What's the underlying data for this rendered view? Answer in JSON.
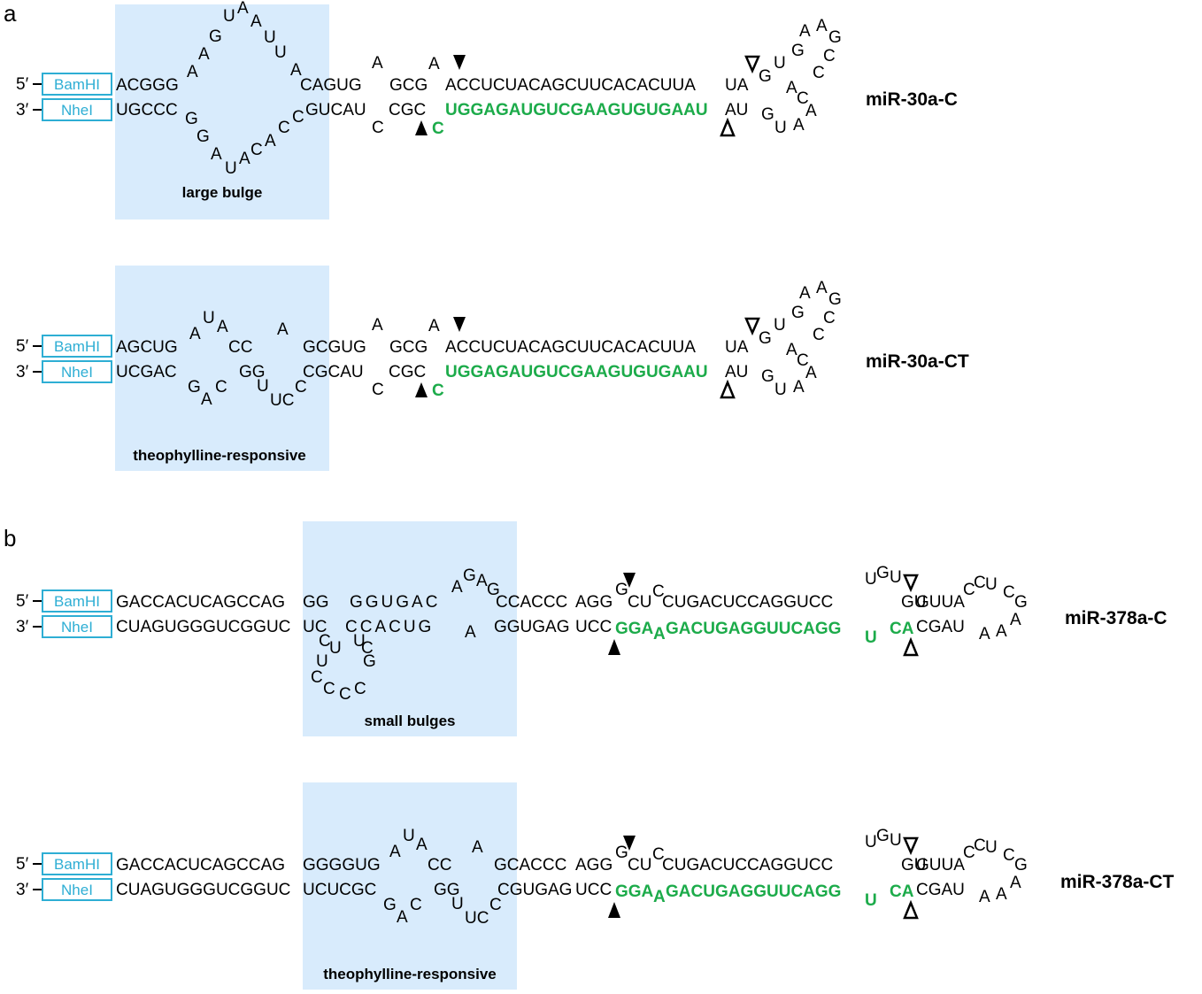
{
  "colors": {
    "black": "#000000",
    "guide_strand": "#9ccc0c",
    "passenger_strand": "#1cab4a",
    "enzyme_box": "#2eaed4",
    "highlight_box": "#d8ebfc"
  },
  "end_labels": {
    "five": "5′",
    "three": "3′"
  },
  "enzymes": {
    "top": "BamHI",
    "bottom": "NheI"
  },
  "panels": [
    {
      "letter": "a",
      "constructs": [
        {
          "name": "miR-30a-C",
          "box_label": "large bulge",
          "top_left": "ACGGG",
          "top_right": "CAGUG",
          "bot_left": "UGCCC",
          "bot_right": "GUCAU",
          "top_loop": [
            "A",
            "A",
            "G",
            "U",
            "A",
            "A",
            "U",
            "U",
            "A"
          ],
          "bot_loop": [
            "G",
            "G",
            "A",
            "U",
            "A",
            "C",
            "A",
            "C",
            "C"
          ],
          "stem_a": "A",
          "stem_top": "GCG",
          "stem_bot": "CGC",
          "stem_c": "C",
          "guide_a": "A",
          "guide_seq": "ACCUCUACAGCUUCACACUUA",
          "pass_c": "C",
          "pass_seq": "UGGAGAUGUCGAAGUGUGAAU",
          "end_top": "UA",
          "end_bot": "AU",
          "hairpin": [
            "G",
            "U",
            "G",
            "A",
            "A",
            "G",
            "C",
            "C",
            "A",
            "C",
            "A",
            "A",
            "U",
            "G"
          ]
        },
        {
          "name": "miR-30a-CT",
          "box_label": "theophylline-responsive",
          "top_left": "AGCUG",
          "top_right": "GCGUG",
          "bot_left": "UCGAC",
          "bot_right": "CGCAU",
          "top_loop": [
            "A",
            "U",
            "A",
            "CC",
            "A"
          ],
          "bot_loop": [
            "G",
            "A",
            "C",
            "GG",
            "U",
            "UC",
            "C"
          ],
          "stem_a": "A",
          "stem_top": "GCG",
          "stem_bot": "CGC",
          "stem_c": "C",
          "guide_a": "A",
          "guide_seq": "ACCUCUACAGCUUCACACUUA",
          "pass_c": "C",
          "pass_seq": "UGGAGAUGUCGAAGUGUGAAU",
          "end_top": "UA",
          "end_bot": "AU",
          "hairpin": [
            "G",
            "U",
            "G",
            "A",
            "A",
            "G",
            "C",
            "C",
            "A",
            "C",
            "A",
            "A",
            "U",
            "G"
          ]
        }
      ]
    },
    {
      "letter": "b",
      "constructs": [
        {
          "name": "miR-378a-C",
          "box_label": "small bulges",
          "top_left": "GACCACUCAGCCAG",
          "top_in1": "GG",
          "top_in2": "GGUGAC",
          "top_loop": [
            "A",
            "G",
            "A",
            "G"
          ],
          "top_right": "CCACCC",
          "top_agg": "AGG",
          "bot_left": "CUAGUGGGUCGGUC",
          "bot_in1": "UC",
          "bot_in2": "CCACUG",
          "bot_a": "A",
          "bot_right": "GGUGAG",
          "bot_ucc": "UCC",
          "bot_loop": [
            "C",
            "U",
            "U",
            "U",
            "C",
            "G",
            "C",
            "C",
            "C",
            "C"
          ],
          "guide": [
            "G",
            "CU",
            "C",
            "CUGACUCCAGGUCC",
            "U",
            "G",
            "U",
            "GU"
          ],
          "pass": [
            "GGA",
            "A",
            "GACUGAGGUUCAGG",
            "U",
            "CA"
          ],
          "end_top": "GUUA",
          "end_bot": "CGAU",
          "hairpin": [
            "C",
            "C",
            "U",
            "C",
            "G",
            "A",
            "A",
            "A"
          ]
        },
        {
          "name": "miR-378a-CT",
          "box_label": "theophylline-responsive",
          "top_left": "GACCACUCAGCCAG",
          "top_in": "GGGGUG",
          "top_loop": [
            "A",
            "U",
            "A",
            "CC",
            "A"
          ],
          "top_right": "GCACCC",
          "top_agg": "AGG",
          "bot_left": "CUAGUGGGUCGGUC",
          "bot_in": "UCUCGC",
          "bot_loop": [
            "G",
            "A",
            "C",
            "GG",
            "U",
            "UC",
            "C"
          ],
          "bot_right": "CGUGAG",
          "bot_ucc": "UCC",
          "guide": [
            "G",
            "CU",
            "C",
            "CUGACUCCAGGUCC",
            "U",
            "G",
            "U",
            "GU"
          ],
          "pass": [
            "GGA",
            "A",
            "GACUGAGGUUCAGG",
            "U",
            "CA"
          ],
          "end_top": "GUUA",
          "end_bot": "CGAU",
          "hairpin": [
            "C",
            "C",
            "U",
            "C",
            "G",
            "A",
            "A",
            "A"
          ]
        }
      ]
    }
  ]
}
